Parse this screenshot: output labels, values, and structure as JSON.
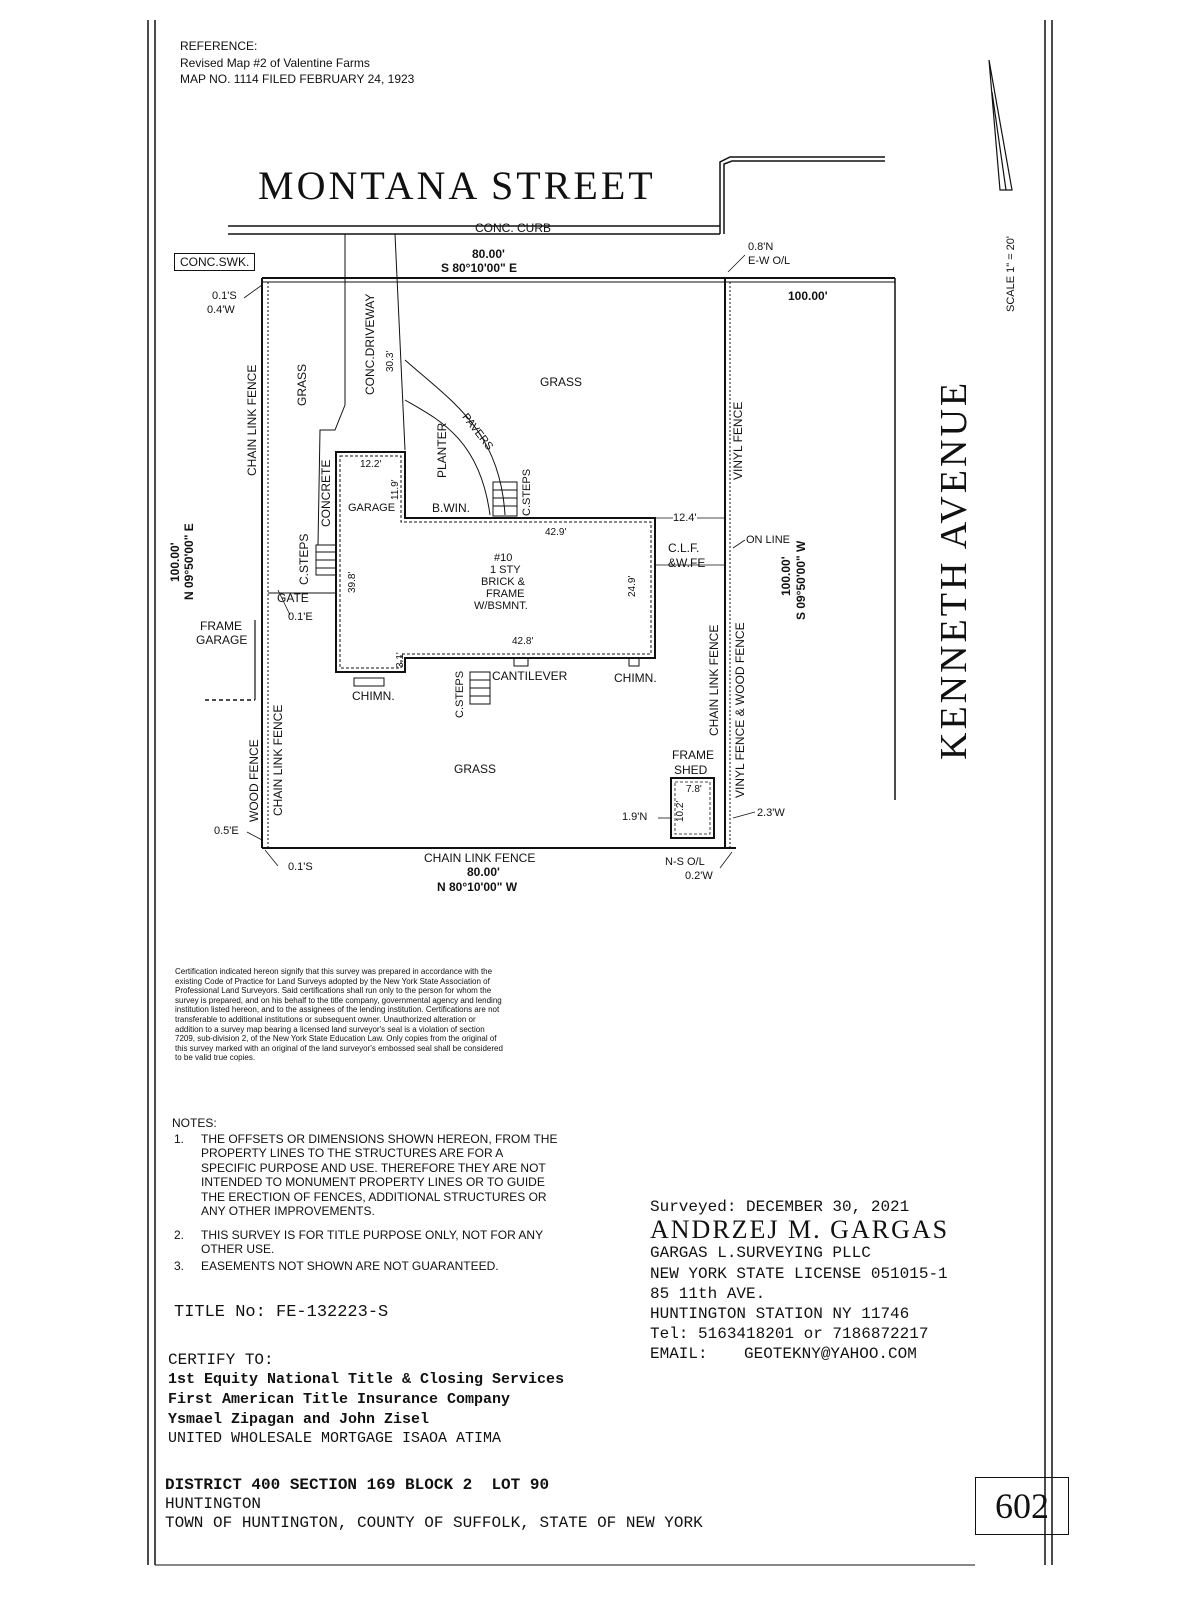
{
  "reference": {
    "heading": "REFERENCE:",
    "line1": "Revised Map #2 of Valentine Farms",
    "line2": "MAP NO. 1114 FILED FEBRUARY 24, 1923"
  },
  "streets": {
    "north": "MONTANA STREET",
    "east": "KENNETH AVENUE"
  },
  "scale": "SCALE 1\" = 20'",
  "labels": {
    "conc_curb": "CONC. CURB",
    "conc_swk": "CONC.SWK.",
    "north_dist": "80.00'",
    "north_bearing": "S 80°10'00\" E",
    "south_dist": "80.00'",
    "south_bearing": "N 80°10'00\" W",
    "west_dist": "100.00'",
    "west_bearing": "N 09°50'00\" E",
    "east_dist": "100.00'",
    "east_bearing": "S 09°50'00\" W",
    "street_100": "100.00'",
    "ne_offset1": "0.8'N",
    "ne_offset2": "E-W O/L",
    "nw_offset1": "0.1'S",
    "nw_offset2": "0.4'W",
    "sw_offset1": "0.5'E",
    "sw_offset2": "0.1'S",
    "se_offset1": "N-S O/L",
    "se_offset2": "0.2'W",
    "se_shed_offset": "2.3'W",
    "shed_offset": "1.9'N",
    "on_line": "ON LINE",
    "gate": "GATE",
    "gate_offset": "0.1'E",
    "frame_garage1": "FRAME",
    "frame_garage2": "GARAGE",
    "chain_link_fence": "CHAIN LINK FENCE",
    "wood_fence": "WOOD FENCE",
    "vinyl_fence": "VINYL FENCE",
    "vinyl_wood_fence": "VINYL FENCE & WOOD FENCE",
    "grass": "GRASS",
    "conc_driveway": "CONC.DRIVEWAY",
    "driveway_dim": "30.3'",
    "concrete": "CONCRETE",
    "c_steps": "C.STEPS",
    "planter": "PLANTER",
    "pavers": "PAVERS",
    "garage": "GARAGE",
    "b_win": "B.WIN.",
    "dim_12_2": "12.2'",
    "dim_11_9": "11.9'",
    "dim_42_9": "42.9'",
    "dim_12_4": "12.4'",
    "dim_39_8": "39.8'",
    "dim_24_9": "24.9'",
    "dim_42_8": "42.8'",
    "dim_3_1": "3.1'",
    "house1": "#10",
    "house2": "1 STY",
    "house3": "BRICK &",
    "house4": "FRAME",
    "house5": "W/BSMNT.",
    "clf1": "C.L.F.",
    "clf2": "&W.FE",
    "cantilever": "CANTILEVER",
    "chimn": "CHIMN.",
    "frame_shed1": "FRAME",
    "frame_shed2": "SHED",
    "shed_dim1": "7.8'",
    "shed_dim2": "10.2'"
  },
  "certification": "Certification indicated hereon signify that this survey was prepared in accordance with the existing Code of Practice for Land Surveys adopted by the New York State Association of Professional Land Surveyors. Said certifications shall run only to the person for whom the survey is prepared, and on his behalf to the title company, governmental agency and lending institution listed hereon, and to the assignees of the lending institution. Certifications are not transferable to additional institutions or subsequent owner. Unauthorized alteration or addition to a survey map bearing a licensed land surveyor's seal is a violation of section 7209, sub-division 2, of the New York State Education Law. Only copies from the original of this survey marked with an original of the land surveyor's embossed seal shall be considered to be valid true copies.",
  "notes": {
    "heading": "NOTES:",
    "n1_num": "1.",
    "n1": [
      "THE OFFSETS OR DIMENSIONS SHOWN HEREON, FROM THE",
      "PROPERTY LINES TO THE STRUCTURES ARE FOR A",
      "SPECIFIC PURPOSE AND USE. THEREFORE THEY ARE NOT",
      "INTENDED TO MONUMENT PROPERTY LINES OR TO GUIDE",
      "THE ERECTION OF FENCES, ADDITIONAL STRUCTURES OR",
      "ANY OTHER IMPROVEMENTS."
    ],
    "n2_num": "2.",
    "n2": [
      "THIS SURVEY IS FOR TITLE PURPOSE ONLY, NOT FOR ANY",
      "OTHER USE."
    ],
    "n3_num": "3.",
    "n3": [
      "EASEMENTS NOT SHOWN ARE NOT GUARANTEED."
    ]
  },
  "title_no": "TITLE No: FE-132223-S",
  "certify": {
    "heading": "CERTIFY TO:",
    "parties": [
      "1st Equity National Title & Closing Services",
      "First American Title Insurance Company",
      "Ysmael Zipagan and John Zisel",
      "UNITED WHOLESALE MORTGAGE ISAOA ATIMA"
    ]
  },
  "surveyor": {
    "surveyed": "Surveyed: DECEMBER 30, 2021",
    "name": "ANDRZEJ M. GARGAS",
    "company": "GARGAS L.SURVEYING PLLC",
    "license": "NEW YORK STATE LICENSE 051015-1",
    "address1": "85 11th AVE.",
    "address2": "HUNTINGTON STATION NY 11746",
    "tel": "Tel: 5163418201 or 7186872217",
    "email_label": "EMAIL:",
    "email": "GEOTEKNY@YAHOO.COM"
  },
  "location": {
    "line1": "DISTRICT 400 SECTION 169 BLOCK 2  LOT 90",
    "line2": "HUNTINGTON",
    "line3": "TOWN OF HUNTINGTON, COUNTY OF SUFFOLK, STATE OF NEW YORK"
  },
  "sheet_number": "602"
}
